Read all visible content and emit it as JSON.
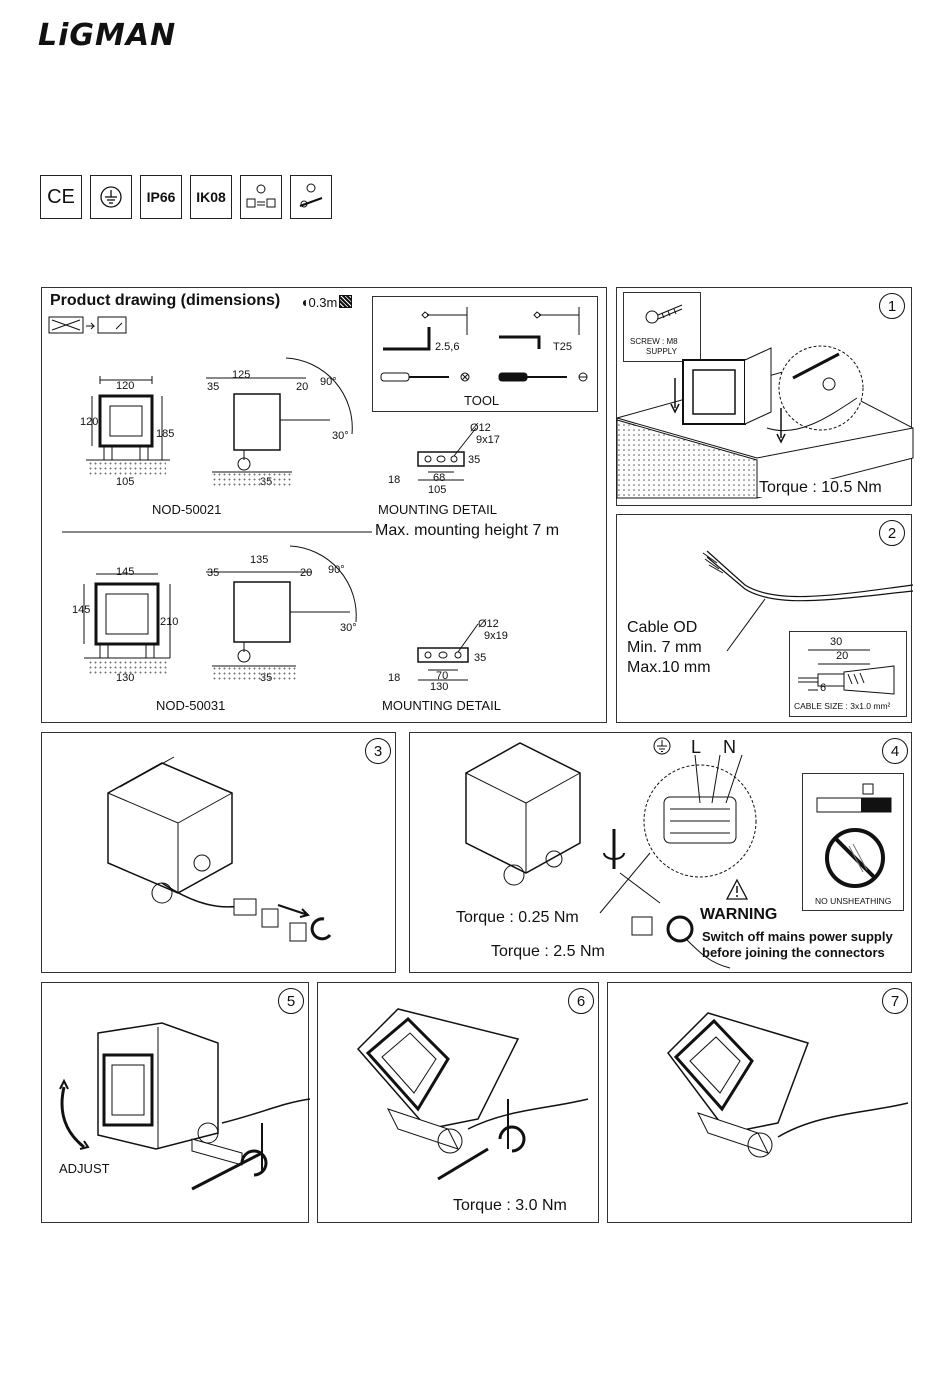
{
  "brand": "LiGMAN",
  "certifications": [
    "CE",
    "earth",
    "IP66",
    "IK08",
    "swap-icon",
    "tool-icon"
  ],
  "drawing": {
    "title": "Product drawing (dimensions)",
    "distance": "0.3m",
    "tool_label": "TOOL",
    "hex1": "2.5,6",
    "hex2": "T25",
    "models": [
      {
        "name": "NOD-50021",
        "front_width": "120",
        "front_height": "120",
        "total_height": "185",
        "base": "105",
        "side_top": "125",
        "side_left": "35",
        "side_right": "20",
        "side_bottom": "35",
        "angle_up": "90°",
        "angle_down": "30°",
        "mount_hole": "Ø12",
        "mount_slot": "9x17",
        "mount_h": "35",
        "mount_inner": "68",
        "mount_outer": "105",
        "mount_edge": "18",
        "mount_label": "MOUNTING DETAIL"
      },
      {
        "name": "NOD-50031",
        "front_width": "145",
        "front_height": "145",
        "total_height": "210",
        "base": "130",
        "side_top": "135",
        "side_left": "35",
        "side_right": "20",
        "side_bottom": "35",
        "angle_up": "90°",
        "angle_down": "30°",
        "mount_hole": "Ø12",
        "mount_slot": "9x19",
        "mount_h": "35",
        "mount_inner": "70",
        "mount_outer": "130",
        "mount_edge": "18",
        "mount_label": "MOUNTING DETAIL"
      }
    ],
    "max_height": "Max. mounting height 7 m"
  },
  "steps": {
    "s1": {
      "num": "1",
      "screw": "SCREW : M8",
      "supply": "SUPPLY",
      "torque": "Torque : 10.5 Nm"
    },
    "s2": {
      "num": "2",
      "cable1": "Cable OD",
      "cable2": "Min. 7 mm",
      "cable3": "Max.10 mm",
      "d30": "30",
      "d20": "20",
      "d6": "6",
      "size": "CABLE SIZE : 3x1.0 mm²"
    },
    "s3": {
      "num": "3"
    },
    "s4": {
      "num": "4",
      "L": "L",
      "N": "N",
      "torque1": "Torque : 0.25 Nm",
      "torque2": "Torque : 2.5 Nm",
      "warning": "WARNING",
      "warn1": "Switch off mains power supply",
      "warn2": "before joining the connectors",
      "no_unsheath": "NO UNSHEATHING"
    },
    "s5": {
      "num": "5",
      "adjust": "ADJUST"
    },
    "s6": {
      "num": "6",
      "torque": "Torque : 3.0 Nm"
    },
    "s7": {
      "num": "7"
    }
  }
}
